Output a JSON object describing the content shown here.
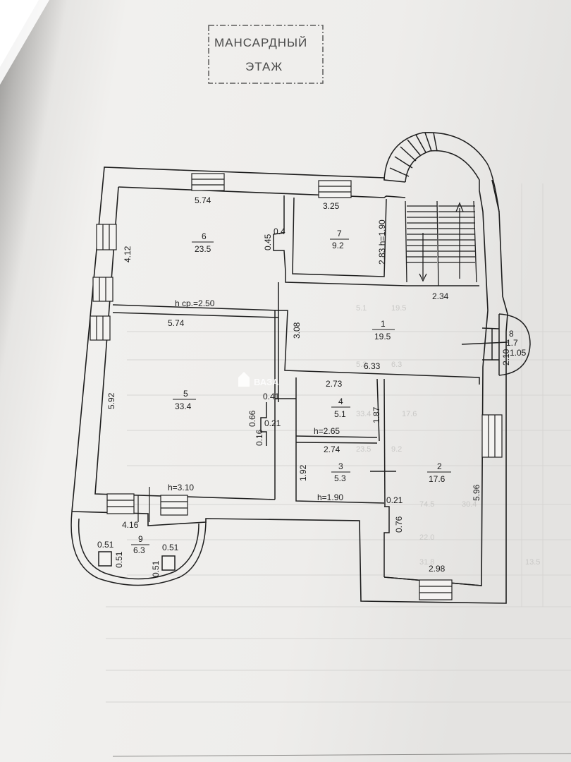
{
  "stamp": {
    "line1": "МАНСАРДНЫЙ",
    "line2": "ЭТАЖ"
  },
  "watermark": "ВАЗА",
  "rooms": [
    {
      "id": "1",
      "area": "19.5"
    },
    {
      "id": "2",
      "area": "17.6"
    },
    {
      "id": "3",
      "area": "5.3"
    },
    {
      "id": "4",
      "area": "5.1"
    },
    {
      "id": "5",
      "area": "33.4"
    },
    {
      "id": "6",
      "area": "23.5"
    },
    {
      "id": "7",
      "area": "9.2"
    },
    {
      "id": "8",
      "area": "1.7"
    },
    {
      "id": "9",
      "area": "6.3"
    }
  ],
  "dimensions": {
    "r6_top": "5.74",
    "r6_left": "4.12",
    "r6_notch_a": "0.45",
    "r6_notch_b": "0.4",
    "h_avg": "h ср.=2.50",
    "r7_top": "3.25",
    "r7_h": "2.83 h=1.90",
    "r1_top": "2.34",
    "r1_left": "3.08",
    "r1_bottom": "6.33",
    "r8_a": "2.10",
    "r8_b": "1.05",
    "r5_top": "5.74",
    "r5_left": "5.92",
    "r5_h": "h=3.10",
    "r5_notch_a": "0.41",
    "r5_notch_b": "0.66",
    "r5_notch_c": "0.21",
    "r5_notch_d": "0.16",
    "r4_top": "2.73",
    "r4_right": "1.87",
    "r4_h": "h=2.65",
    "r3_top": "2.74",
    "r3_left": "1.92",
    "r3_h": "h=1.90",
    "r2_a": "0.21",
    "r2_b": "0.76",
    "r2_right": "5.96",
    "r2_bottom": "2.98",
    "r9_top": "4.16",
    "r9_a": "0.51",
    "r9_b": "0.51",
    "r9_c": "0.51",
    "r9_d": "0.51"
  },
  "background_table_numbers": [
    "17.6",
    "33.4",
    "23.5",
    "9.2",
    "74.5",
    "30.4",
    "22.0",
    "31.8",
    "13.5",
    "6.3",
    "5.3",
    "5.1",
    "19.5"
  ]
}
